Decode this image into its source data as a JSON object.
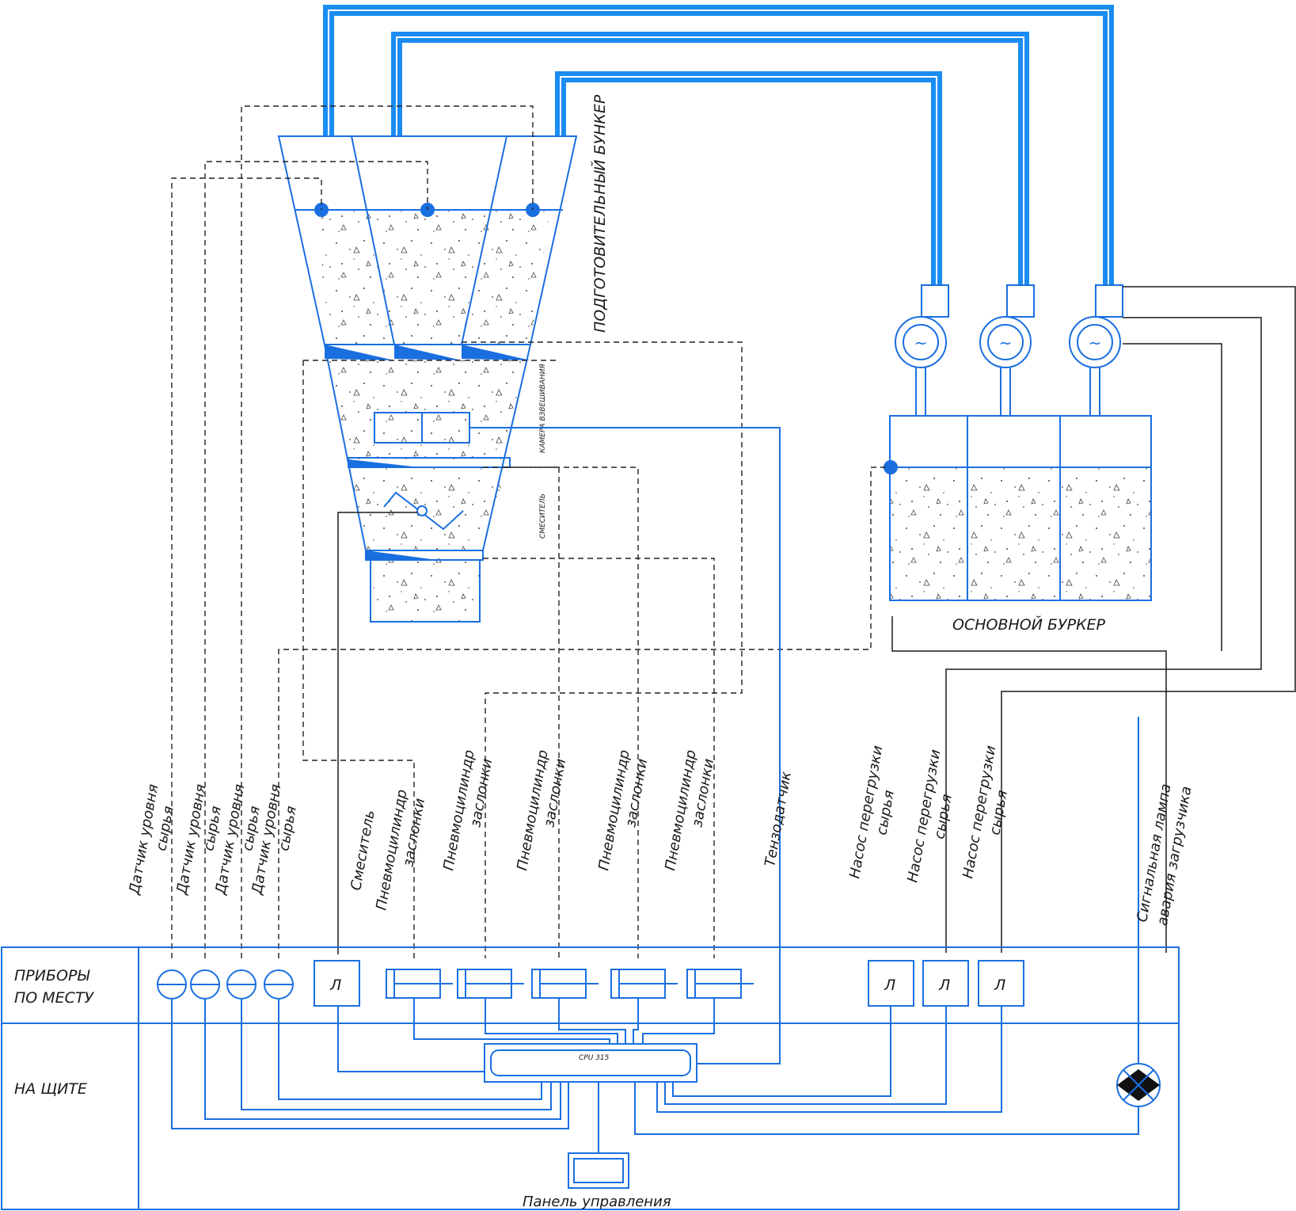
{
  "colors": {
    "line_blue": "#1a6fe0",
    "pipe_blue": "#1a8cf2",
    "dashed": "#222222",
    "text": "#1a1a1a"
  },
  "labels": {
    "prep_bunker": "ПОДГОТОВИТЕЛЬНЫЙ БУНКЕР",
    "main_bunker": "ОСНОВНОЙ БУРКЕР",
    "weigh_chamber": "КАМЕРА ВЗВЕШИВАНИЯ",
    "mixer_section": "СМЕСИТЕЛЬ",
    "cpu": "CPU 315",
    "control_panel": "Панель управления",
    "row_field": [
      "ПРИБОРЫ",
      "ПО МЕСТУ"
    ],
    "row_panel": "НА ЩИТЕ"
  },
  "devices": [
    {
      "lines": [
        "Датчик уровня",
        "сырья"
      ]
    },
    {
      "lines": [
        "Датчик уровня",
        "сырья"
      ]
    },
    {
      "lines": [
        "Датчик уровня",
        "сырья"
      ]
    },
    {
      "lines": [
        "Датчик уровня",
        "сырья"
      ]
    },
    {
      "lines": [
        "Смеситель"
      ]
    },
    {
      "lines": [
        "Пневмоцилиндр",
        "заслонки"
      ]
    },
    {
      "lines": [
        "Пневмоцилиндр",
        "заслонки"
      ]
    },
    {
      "lines": [
        "Пневмоцилиндр",
        "заслонки"
      ]
    },
    {
      "lines": [
        "Пневмоцилиндр",
        "заслонки"
      ]
    },
    {
      "lines": [
        "Пневмоцилиндр",
        "заслонки"
      ]
    },
    {
      "lines": [
        "Тензодатчик"
      ]
    },
    {
      "lines": [
        "Насос перегрузки",
        "сырья"
      ]
    },
    {
      "lines": [
        "Насос перегрузки",
        "сырья"
      ]
    },
    {
      "lines": [
        "Насос перегрузки",
        "сырья"
      ]
    },
    {
      "lines": [
        "Сигнальная лампа",
        "авария загрузчика"
      ]
    }
  ],
  "relay_symbol": "Л"
}
